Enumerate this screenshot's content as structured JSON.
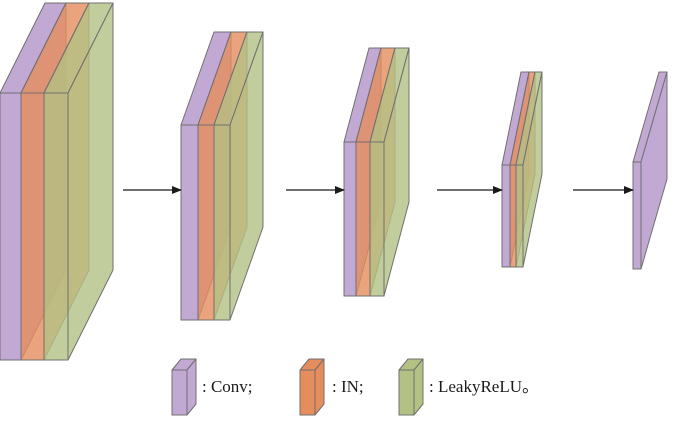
{
  "colors": {
    "conv": "#c1a9d3",
    "in": "#e58d5c",
    "leakyrelu": "#b3c184",
    "stroke": "#707070",
    "arrow": "#1a1a1a"
  },
  "layers": [
    "conv",
    "in",
    "leakyrelu"
  ],
  "legend": {
    "conv_label": ": Conv;",
    "in_label": ": IN;",
    "leakyrelu_label": ": LeakyReLU。"
  }
}
